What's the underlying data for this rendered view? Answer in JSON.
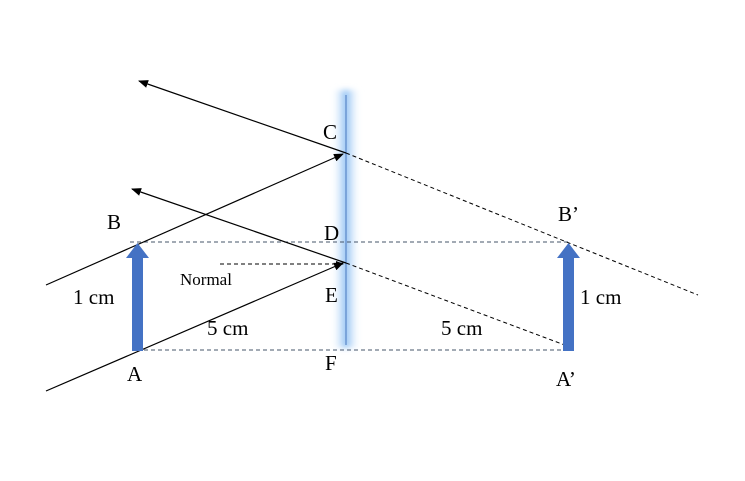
{
  "labels": {
    "point_c": "C",
    "point_d": "D",
    "point_e": "E",
    "point_f": "F",
    "point_b": "B",
    "point_a": "A",
    "point_b_image": "B’",
    "point_a_image": "A’",
    "normal": "Normal",
    "object_height": "1 cm",
    "image_height": "1 cm",
    "object_distance": "5 cm",
    "image_distance": "5 cm"
  },
  "colors": {
    "mirror_glow": "#9ec9f5",
    "mirror_line": "#5a86c8",
    "arrow_fill": "#4472c4",
    "guide_dash": "#44546a",
    "ray": "#000000"
  }
}
